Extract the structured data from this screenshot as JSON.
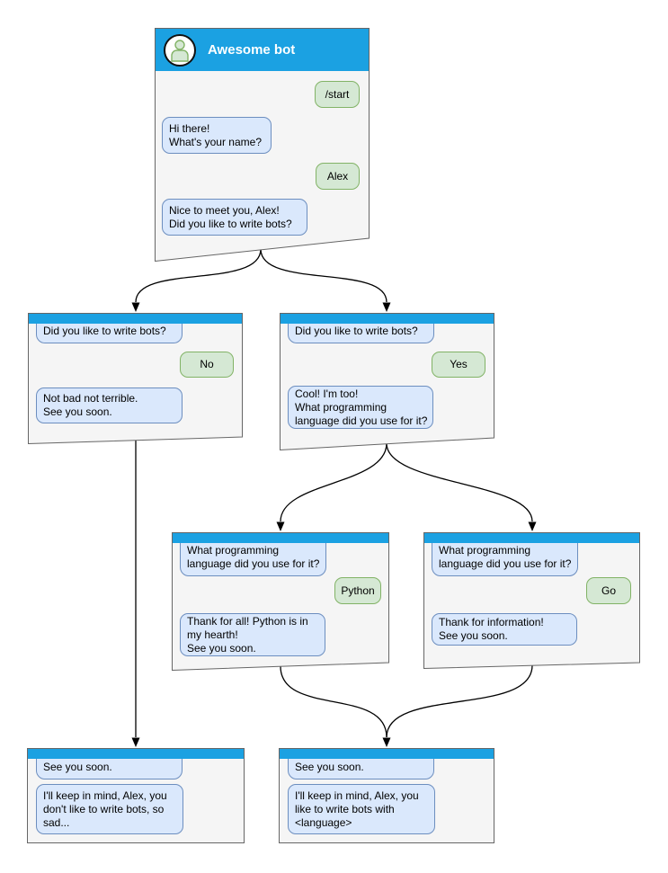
{
  "diagram_type": "chatbot-conversation-flowchart",
  "colors": {
    "header_blue": "#1ba1e2",
    "window_fill": "#f5f5f5",
    "window_border": "#666666",
    "bot_bubble_fill": "#dae8fc",
    "bot_bubble_border": "#6c8ebf",
    "user_bubble_fill": "#d5e8d4",
    "user_bubble_border": "#82b366",
    "arrow": "#000000"
  },
  "windows": {
    "main": {
      "title": "Awesome bot",
      "messages": {
        "start": "/start",
        "greeting": "Hi there!\nWhat's your name?",
        "name": "Alex",
        "nice": "Nice to meet you, Alex!\nDid you like to write bots?"
      }
    },
    "no_branch": {
      "question": "Did you like to write bots?",
      "answer": "No",
      "reply": "Not bad not terrible.\nSee you soon."
    },
    "yes_branch": {
      "question": "Did you like to write bots?",
      "answer": "Yes",
      "reply": "Cool! I'm too!\nWhat programming\nlanguage did you use for it?"
    },
    "python_branch": {
      "question": "What programming\nlanguage did you use for it?",
      "answer": "Python",
      "reply": "Thank for all! Python is in\nmy hearth!\nSee you soon."
    },
    "go_branch": {
      "question": "What programming\nlanguage did you use for it?",
      "answer": "Go",
      "reply": "Thank for information!\nSee you soon."
    },
    "end_no": {
      "question": "See you soon.",
      "reply": "I'll keep in mind, Alex, you\ndon't like to write bots, so\nsad..."
    },
    "end_yes": {
      "question": "See you soon.",
      "reply": "I'll keep in mind, Alex, you\nlike to write bots with\n<language>"
    }
  }
}
